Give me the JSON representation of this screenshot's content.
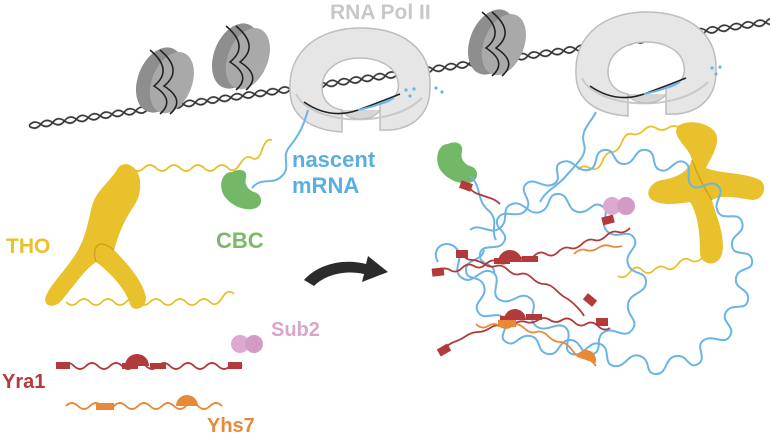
{
  "labels": {
    "pol2": "RNA Pol II",
    "mrna_line1": "nascent",
    "mrna_line2": "mRNA",
    "cbc": "CBC",
    "tho": "THO",
    "sub2": "Sub2",
    "yra1": "Yra1",
    "yhs7": "Yhs7"
  },
  "colors": {
    "dna": "#333333",
    "nucleosome": "#9a9a9a",
    "pol2": "#e8e8e8",
    "mrna": "#6ab4e6",
    "cbc": "#72b866",
    "tho": "#e9c12c",
    "sub2": "#d9a5cc",
    "yra1": "#b33a3a",
    "yhs7": "#e8893a",
    "arrow": "#2b2b2b"
  }
}
